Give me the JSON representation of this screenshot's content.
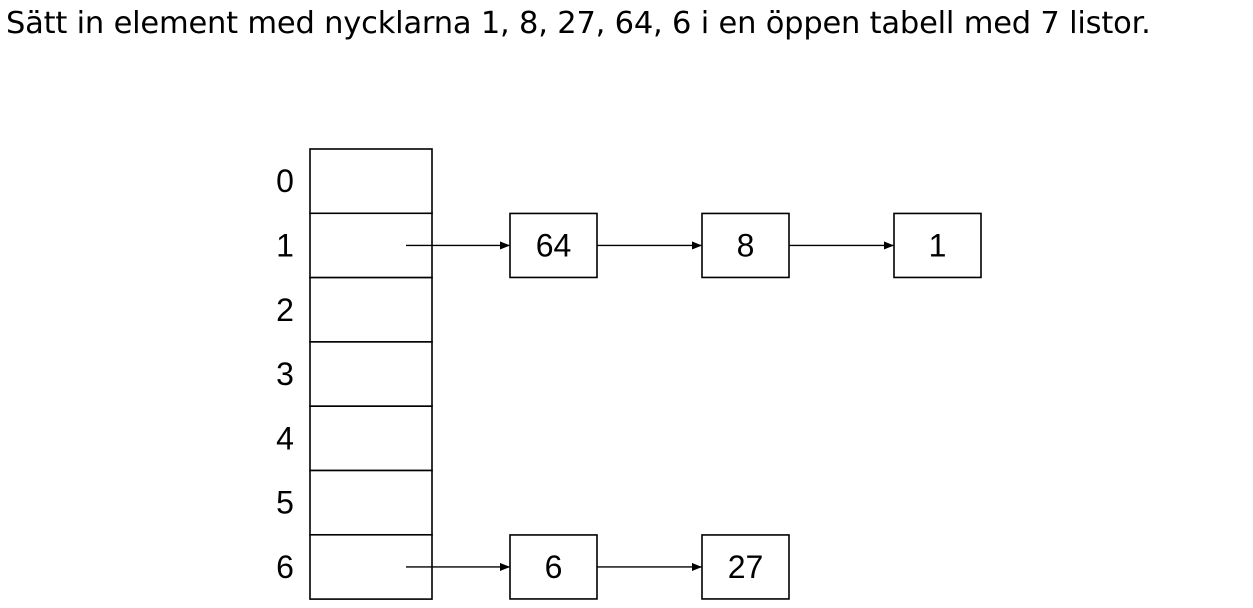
{
  "heading": "Sätt in element med nycklarna 1, 8, 27, 64, 6 i en öppen tabell med 7 listor.",
  "table": {
    "slots": [
      "0",
      "1",
      "2",
      "3",
      "4",
      "5",
      "6"
    ]
  },
  "chains": [
    {
      "slot": "1",
      "nodes": [
        "64",
        "8",
        "1"
      ]
    },
    {
      "slot": "6",
      "nodes": [
        "6",
        "27"
      ]
    }
  ]
}
